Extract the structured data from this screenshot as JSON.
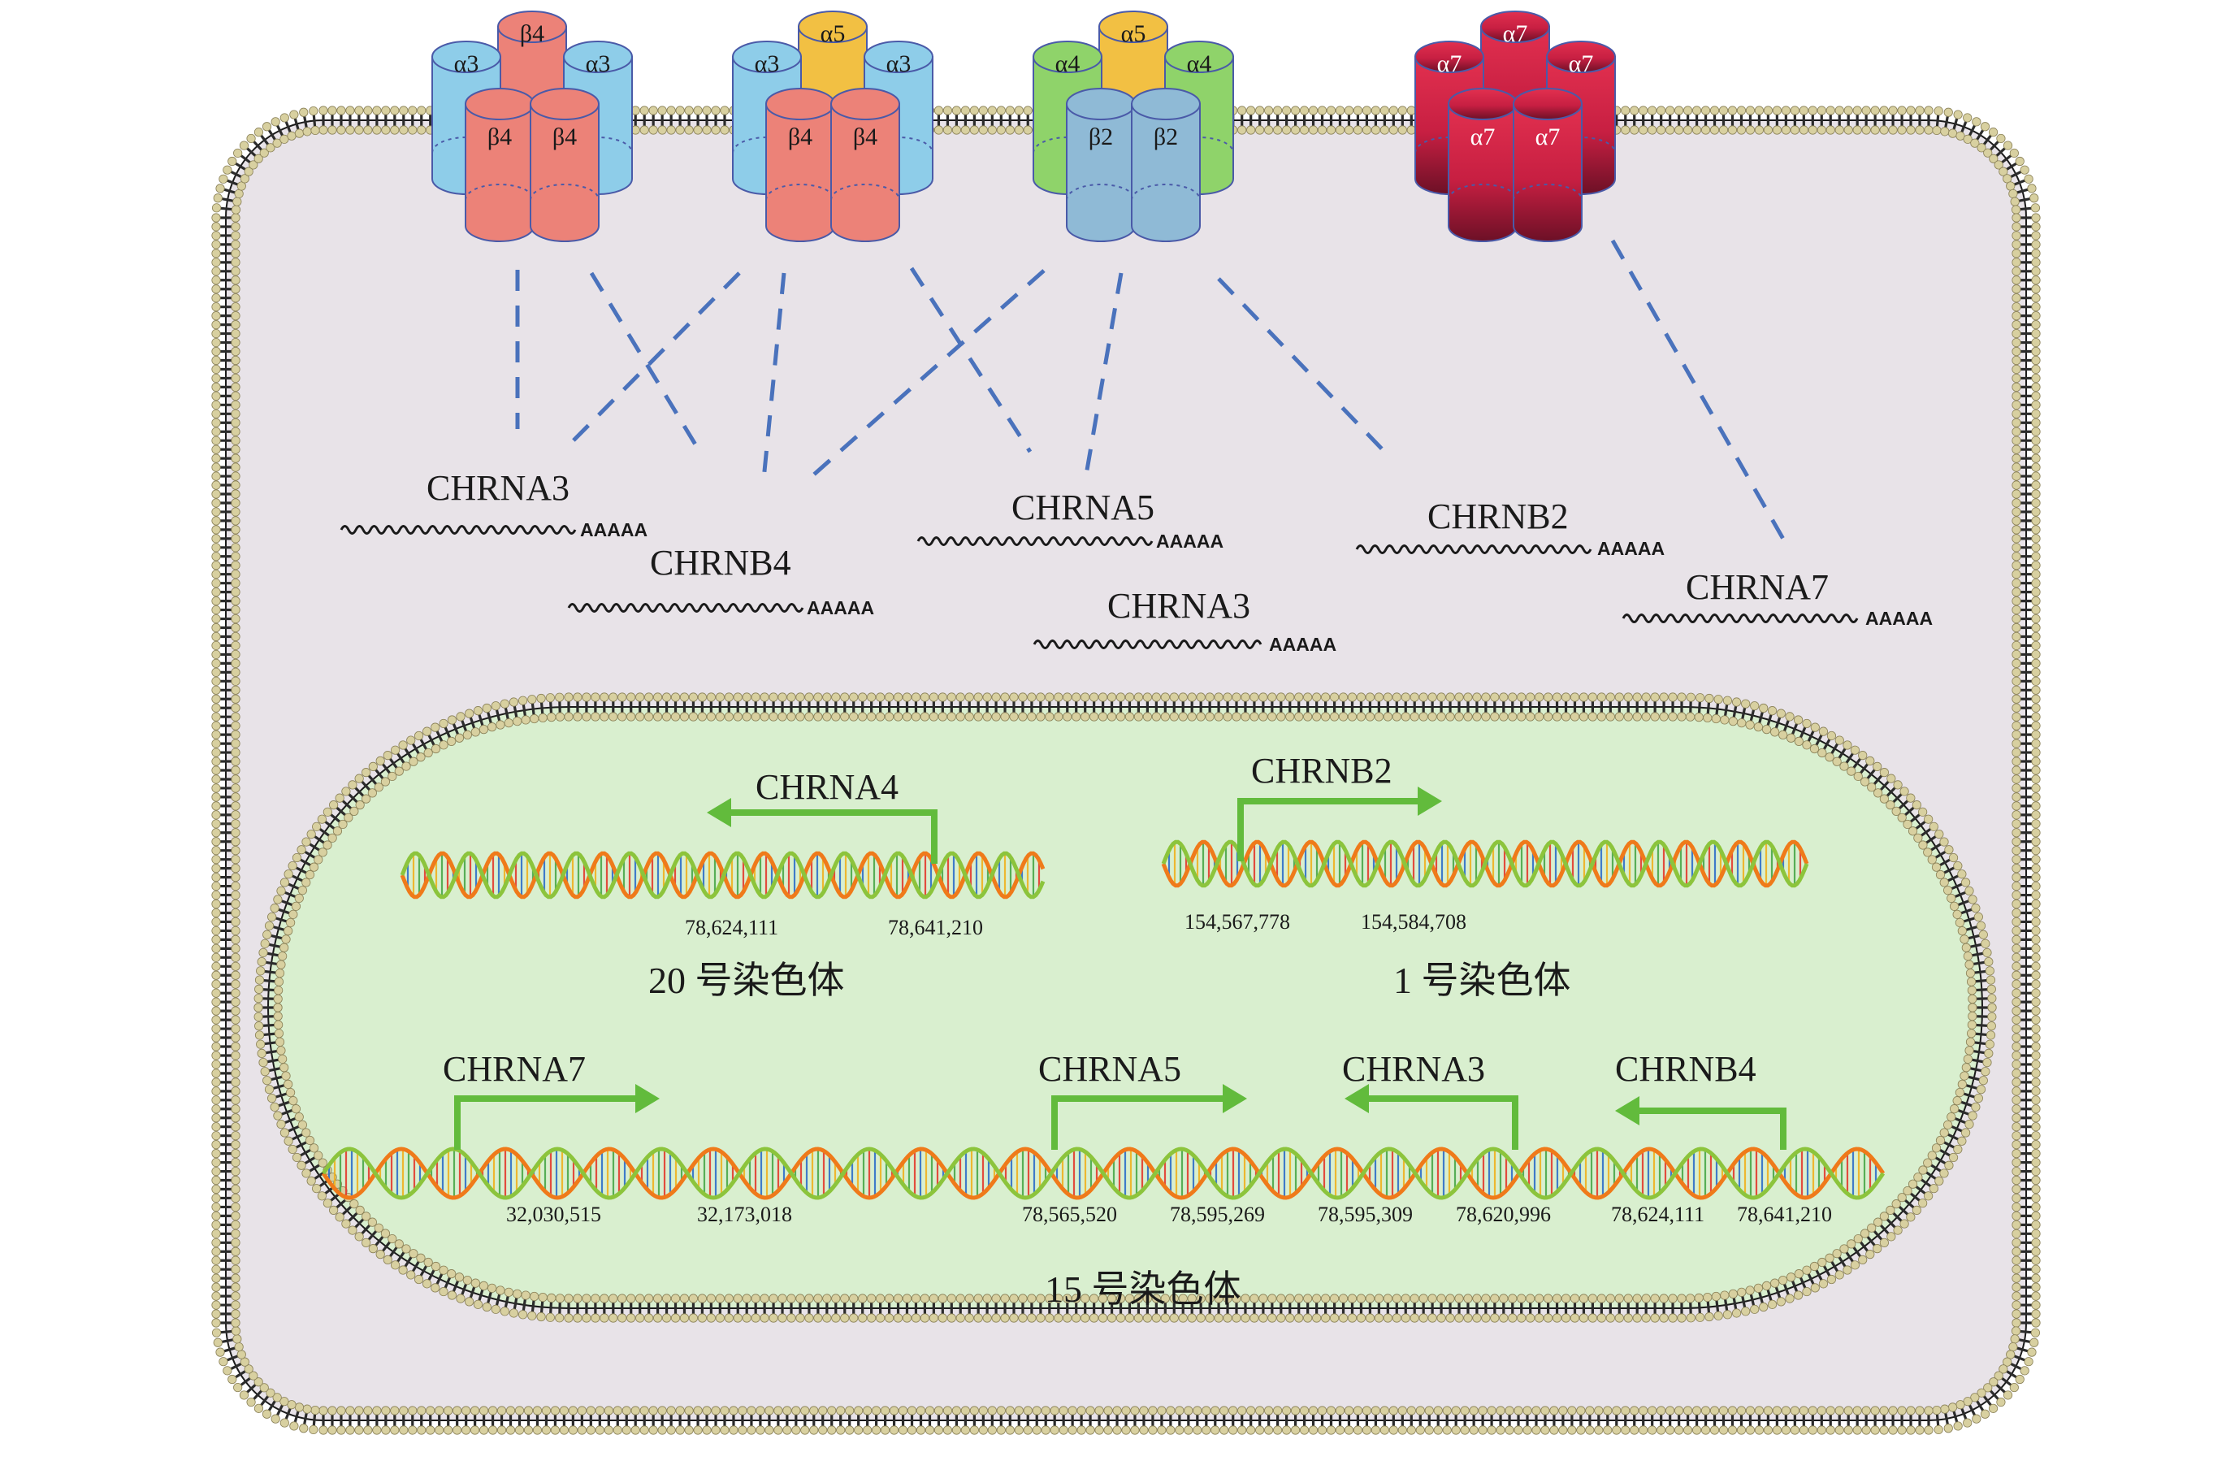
{
  "receptors": [
    {
      "id": "r1",
      "subunits": [
        "β4",
        "α3",
        "α3",
        "β4",
        "β4"
      ]
    },
    {
      "id": "r2",
      "subunits": [
        "α5",
        "α3",
        "α3",
        "β4",
        "β4"
      ]
    },
    {
      "id": "r3",
      "subunits": [
        "α5",
        "α4",
        "α4",
        "β2",
        "β2"
      ]
    },
    {
      "id": "r4",
      "subunits": [
        "α7",
        "α7",
        "α7",
        "α7",
        "α7"
      ]
    }
  ],
  "mrnas": [
    {
      "gene": "CHRNA3",
      "polyA": "AAAAA"
    },
    {
      "gene": "CHRNB4",
      "polyA": "AAAAA"
    },
    {
      "gene": "CHRNA5",
      "polyA": "AAAAA"
    },
    {
      "gene": "CHRNA3",
      "polyA": "AAAAA"
    },
    {
      "gene": "CHRNB2",
      "polyA": "AAAAA"
    },
    {
      "gene": "CHRNA7",
      "polyA": "AAAAA"
    }
  ],
  "chromosomes": [
    {
      "label": "20 号染色体",
      "genes": [
        {
          "name": "CHRNA4",
          "direction": "reverse",
          "start": "78,624,111",
          "end": "78,641,210"
        }
      ]
    },
    {
      "label": "1 号染色体",
      "genes": [
        {
          "name": "CHRNB2",
          "direction": "forward",
          "start": "154,567,778",
          "end": "154,584,708"
        }
      ]
    },
    {
      "label": "15 号染色体",
      "genes": [
        {
          "name": "CHRNA7",
          "direction": "forward",
          "start": "32,030,515",
          "end": "32,173,018"
        },
        {
          "name": "CHRNA5",
          "direction": "forward",
          "start": "78,565,520",
          "end": "78,595,269"
        },
        {
          "name": "CHRNA3",
          "direction": "reverse",
          "start": "78,595,309",
          "end": "78,620,996"
        },
        {
          "name": "CHRNB4",
          "direction": "reverse",
          "start": "78,624,111",
          "end": "78,641,210"
        }
      ]
    }
  ],
  "colors": {
    "alpha3": "#8ecde9",
    "beta4": "#ec8278",
    "alpha5": "#f2c043",
    "alpha4": "#8fd36a",
    "beta2": "#8fbad6",
    "alpha7": "#d8264d",
    "cytoplasm": "#e8e3e8",
    "nucleus": "#d9efcf",
    "arrow": "#62bb3c",
    "link": "#4a72bc"
  }
}
